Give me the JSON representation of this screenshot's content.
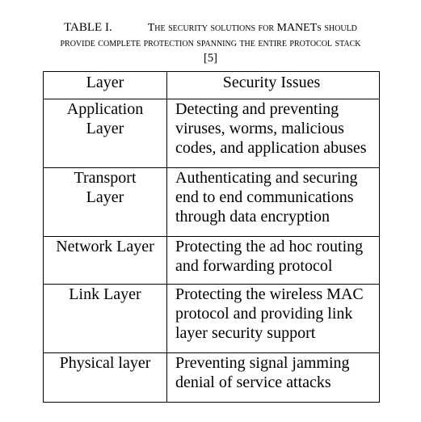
{
  "caption": {
    "table_number": "TABLE I.",
    "title_line1": "The security solutions for MANETs should",
    "title_line2": "provide complete protection spanning the entire protocol stack",
    "title_line3": "[5]"
  },
  "table": {
    "headers": {
      "layer": "Layer",
      "issues": "Security Issues"
    },
    "rows": [
      {
        "layer_line1": "Application",
        "layer_line2": "Layer",
        "issue_line1": "Detecting and preventing",
        "issue_line2": "viruses, worms, malicious",
        "issue_line3": "codes, and application abuses"
      },
      {
        "layer_line1": "Transport",
        "layer_line2": "Layer",
        "issue_line1": "Authenticating and securing",
        "issue_line2": "end to end communications",
        "issue_line3": "through data encryption"
      },
      {
        "layer_line1": "Network Layer",
        "issue_line1": "Protecting the ad hoc routing",
        "issue_line2": "and forwarding protocol"
      },
      {
        "layer_line1": "Link Layer",
        "issue_line1": "Protecting the wireless MAC",
        "issue_line2": "protocol and providing link",
        "issue_line3": "layer security support"
      },
      {
        "layer_line1": "Physical layer",
        "issue_line1": "Preventing signal jamming",
        "issue_line2": "denial of service attacks"
      }
    ]
  }
}
